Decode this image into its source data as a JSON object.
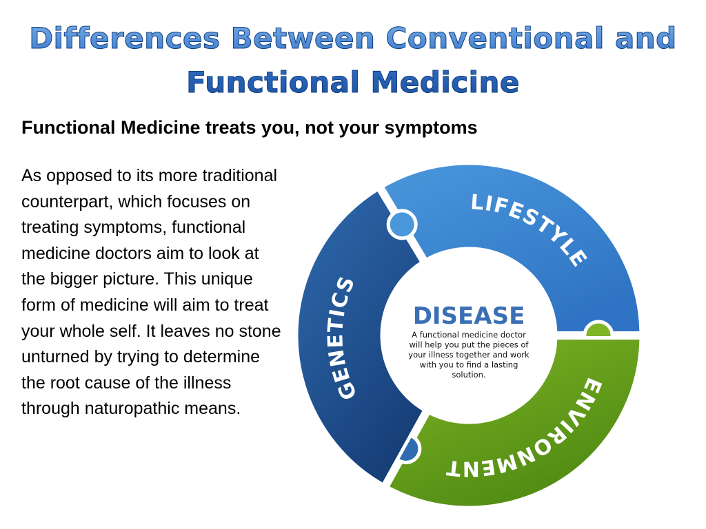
{
  "slide": {
    "title_line1": "Differences Between Conventional and",
    "title_line2": "Functional Medicine",
    "subtitle": "Functional Medicine treats you, not your symptoms",
    "body": "As opposed to its more traditional counterpart, which focuses on treating symptoms, functional medicine doctors aim to look at the bigger picture. This unique form of medicine will aim to treat your whole self. It leaves no stone unturned by trying to determine the root cause of the illness through naturopathic means."
  },
  "diagram": {
    "center_title": "DISEASE",
    "center_text": [
      "A functional medicine doctor",
      "will help you put the pieces of",
      "your illness together and work",
      "with you to find a lasting",
      "solution."
    ],
    "segments": [
      {
        "label": "LIFESTYLE",
        "color": "#4a97dc",
        "color_dark": "#2f74c4"
      },
      {
        "label": "ENVIRONMENT",
        "color": "#7fb526",
        "color_dark": "#4f8a12"
      },
      {
        "label": "GENETICS",
        "color": "#2f6bb0",
        "color_dark": "#173f78"
      }
    ],
    "center_title_color": "#3b6fb5"
  }
}
